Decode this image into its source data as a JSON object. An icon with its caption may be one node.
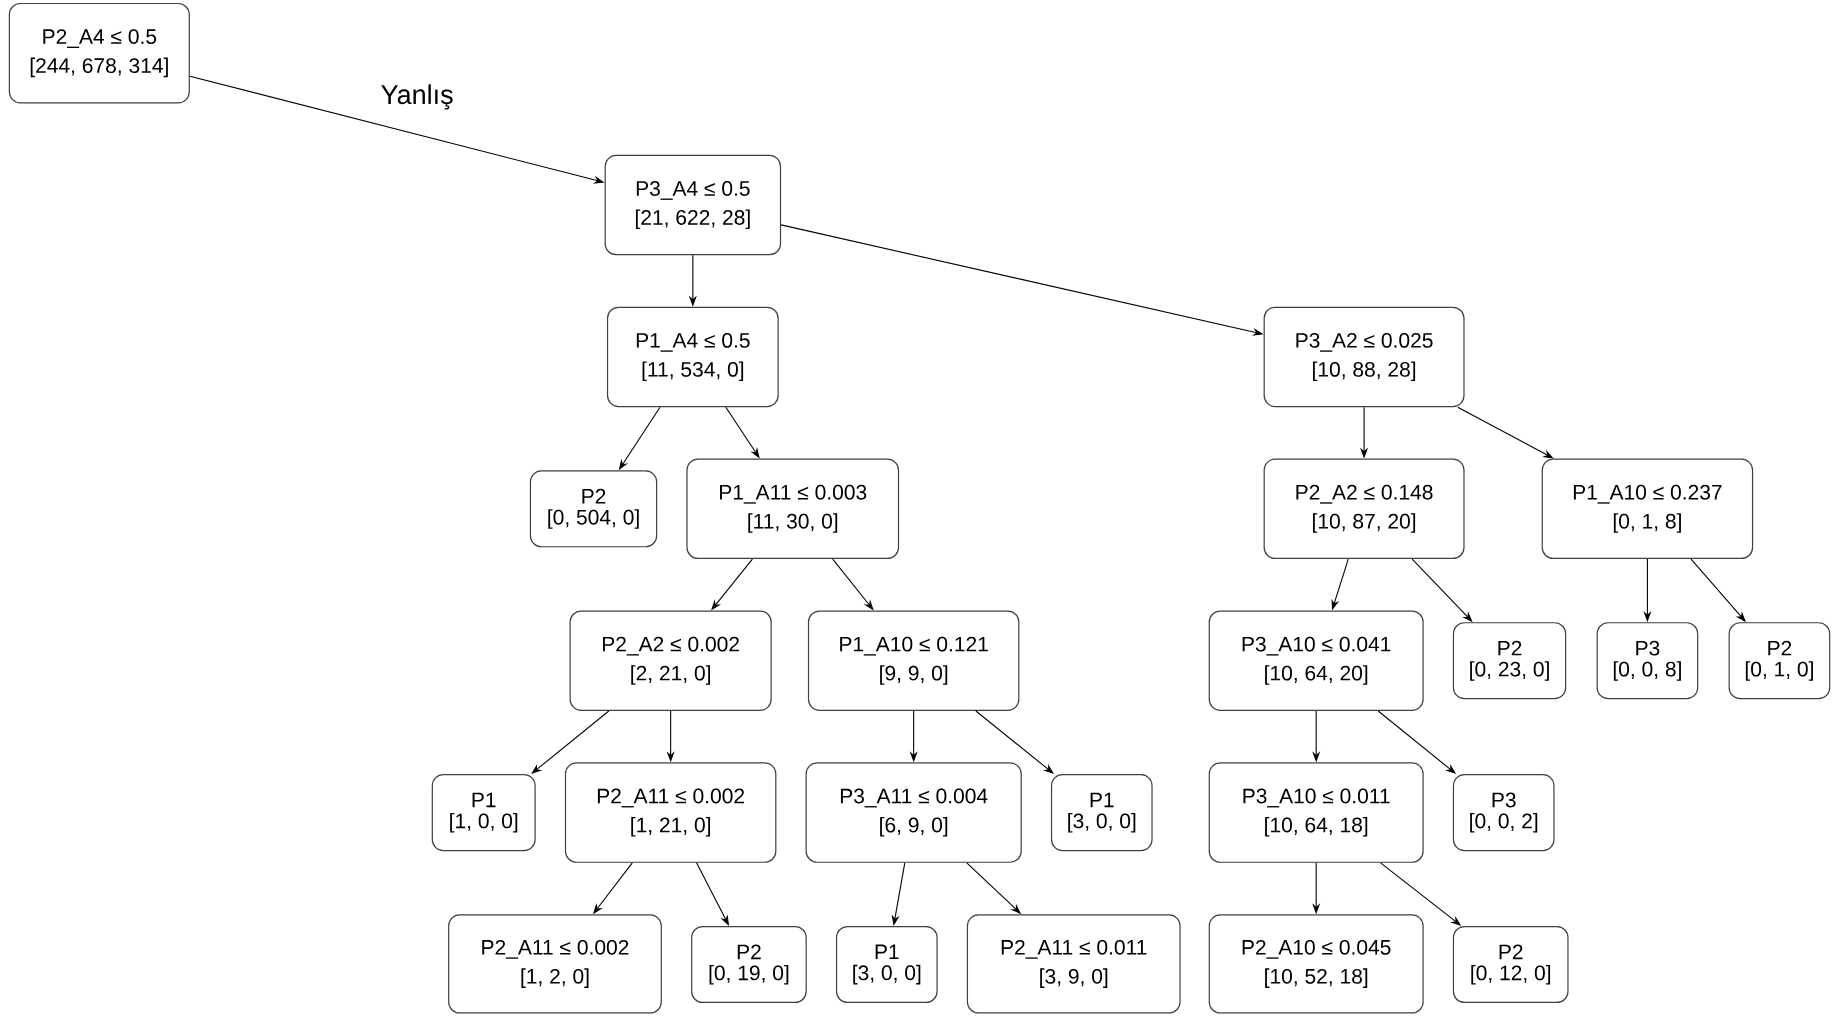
{
  "diagram": {
    "nodes": [
      {
        "text": [
          "P2_A4 ≤ 0.5",
          "[244, 678, 314]"
        ]
      },
      {
        "text": [
          "P3_A4 ≤ 0.5",
          "[21, 622, 28]"
        ]
      },
      {
        "text": [
          "P1_A4 ≤ 0.5",
          "[11, 534, 0]"
        ]
      },
      {
        "text": [
          "P3_A2 ≤ 0.025",
          "[10, 88, 28]"
        ]
      },
      {
        "text": [
          "P2",
          "[0, 504, 0]"
        ]
      },
      {
        "text": [
          "P1_A11 ≤ 0.003",
          "[11, 30, 0]"
        ]
      },
      {
        "text": [
          "P2_A2 ≤ 0.148",
          "[10, 87, 20]"
        ]
      },
      {
        "text": [
          "P1_A10 ≤ 0.237",
          "[0, 1, 8]"
        ]
      },
      {
        "text": [
          "P2_A2 ≤ 0.002",
          "[2, 21, 0]"
        ]
      },
      {
        "text": [
          "P1_A10 ≤ 0.121",
          "[9, 9, 0]"
        ]
      },
      {
        "text": [
          "P3_A10 ≤ 0.041",
          "[10, 64, 20]"
        ]
      },
      {
        "text": [
          "P2",
          "[0, 23, 0]"
        ]
      },
      {
        "text": [
          "P3",
          "[0, 0, 8]"
        ]
      },
      {
        "text": [
          "P2",
          "[0, 1, 0]"
        ]
      },
      {
        "text": [
          "P1",
          "[1, 0, 0]"
        ]
      },
      {
        "text": [
          "P2_A11 ≤ 0.002",
          "[1, 21, 0]"
        ]
      },
      {
        "text": [
          "P3_A11 ≤ 0.004",
          "[6, 9, 0]"
        ]
      },
      {
        "text": [
          "P1",
          "[3, 0, 0]"
        ]
      },
      {
        "text": [
          "P3_A10 ≤ 0.011",
          "[10, 64, 18]"
        ]
      },
      {
        "text": [
          "P3",
          "[0, 0, 2]"
        ]
      },
      {
        "text": [
          "P2_A11 ≤ 0.002",
          "[1, 2, 0]"
        ]
      },
      {
        "text": [
          "P2",
          "[0, 19, 0]"
        ]
      },
      {
        "text": [
          "P1",
          "[3, 0, 0]"
        ]
      },
      {
        "text": [
          "P2_A11 ≤ 0.011",
          "[3, 9, 0]"
        ]
      },
      {
        "text": [
          "P2_A10 ≤ 0.045",
          "[10, 52, 18]"
        ]
      },
      {
        "text": [
          "P2",
          "[0, 12, 0]"
        ]
      }
    ],
    "edges": [
      {
        "from": 0,
        "to": 1,
        "arrow": "to",
        "label": "Yanlış"
      },
      {
        "from": 1,
        "to": 2,
        "arrow": "to"
      },
      {
        "from": 1,
        "to": 3,
        "arrow": "to"
      },
      {
        "from": 2,
        "to": 4,
        "arrow": "to"
      },
      {
        "from": 2,
        "to": 5,
        "arrow": "to"
      },
      {
        "from": 3,
        "to": 6,
        "arrow": "to"
      },
      {
        "from": 3,
        "to": 7,
        "arrow": "to"
      },
      {
        "from": 5,
        "to": 8,
        "arrow": "to"
      },
      {
        "from": 5,
        "to": 9,
        "arrow": "to"
      },
      {
        "from": 6,
        "to": 10,
        "arrow": "to"
      },
      {
        "from": 6,
        "to": 11,
        "arrow": "to"
      },
      {
        "from": 7,
        "to": 12,
        "arrow": "to"
      },
      {
        "from": 7,
        "to": 13,
        "arrow": "to"
      },
      {
        "from": 8,
        "to": 14,
        "arrow": "to"
      },
      {
        "from": 8,
        "to": 15,
        "arrow": "to"
      },
      {
        "from": 9,
        "to": 16,
        "arrow": "to"
      },
      {
        "from": 9,
        "to": 17,
        "arrow": "to"
      },
      {
        "from": 10,
        "to": 18,
        "arrow": "to"
      },
      {
        "from": 10,
        "to": 19,
        "arrow": "to"
      },
      {
        "from": 15,
        "to": 20,
        "arrow": "to"
      },
      {
        "from": 15,
        "to": 21,
        "arrow": "to"
      },
      {
        "from": 16,
        "to": 22,
        "arrow": "to"
      },
      {
        "from": 16,
        "to": 23,
        "arrow": "to"
      },
      {
        "from": 18,
        "to": 24,
        "arrow": "to"
      },
      {
        "from": 18,
        "to": 25,
        "arrow": "to"
      }
    ]
  }
}
